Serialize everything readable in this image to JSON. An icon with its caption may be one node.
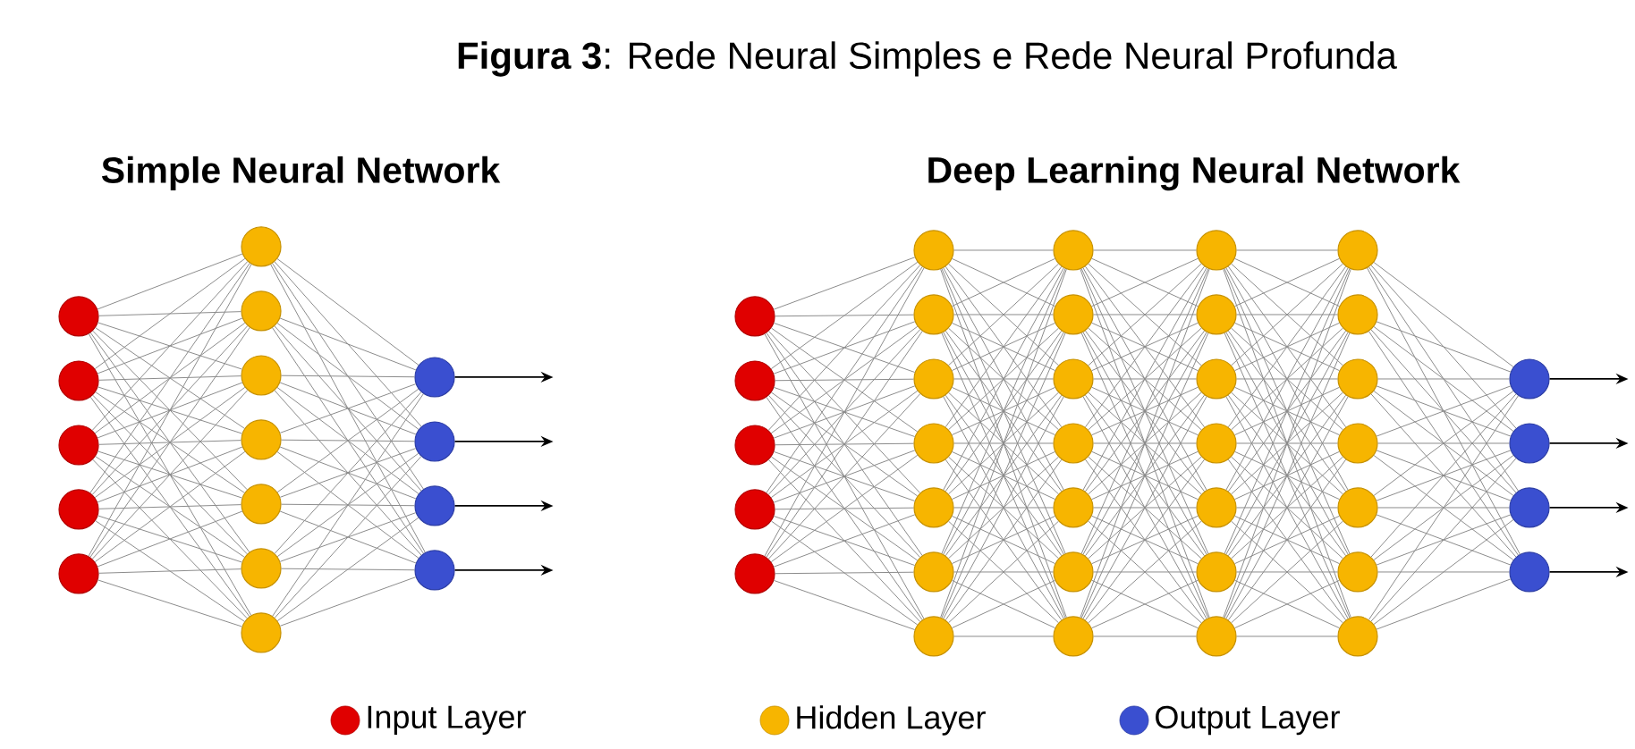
{
  "diagram": {
    "title": "**Figura 3**: Rede Neural Simples e Rede Neural Profunda",
    "nodes": [
      {
        "text": [],
        "shape": "circle"
      },
      {
        "text": [],
        "shape": "circle"
      },
      {
        "text": [],
        "shape": "circle"
      },
      {
        "text": [],
        "shape": "circle"
      },
      {
        "text": [],
        "shape": "circle"
      },
      {
        "text": [],
        "shape": "circle"
      },
      {
        "text": [],
        "shape": "circle"
      },
      {
        "text": [],
        "shape": "circle"
      },
      {
        "text": [],
        "shape": "circle"
      },
      {
        "text": [],
        "shape": "circle"
      },
      {
        "text": [],
        "shape": "circle"
      },
      {
        "text": [],
        "shape": "circle"
      },
      {
        "text": [],
        "shape": "circle"
      },
      {
        "text": [],
        "shape": "circle"
      },
      {
        "text": [],
        "shape": "circle"
      },
      {
        "text": [],
        "shape": "circle"
      },
      {
        "text": [],
        "shape": "circle"
      },
      {
        "text": [],
        "shape": "circle"
      },
      {
        "text": [],
        "shape": "circle"
      },
      {
        "text": [],
        "shape": "circle"
      },
      {
        "text": [],
        "shape": "circle"
      },
      {
        "text": [],
        "shape": "circle"
      },
      {
        "text": [],
        "shape": "circle"
      },
      {
        "text": [],
        "shape": "circle"
      },
      {
        "text": [],
        "shape": "circle"
      },
      {
        "text": [],
        "shape": "circle"
      },
      {
        "text": [],
        "shape": "circle"
      },
      {
        "text": [],
        "shape": "circle"
      },
      {
        "text": [],
        "shape": "circle"
      },
      {
        "text": [],
        "shape": "circle"
      },
      {
        "text": [],
        "shape": "circle"
      },
      {
        "text": [],
        "shape": "circle"
      },
      {
        "text": [],
        "shape": "circle"
      },
      {
        "text": [],
        "shape": "circle"
      },
      {
        "text": [],
        "shape": "circle"
      },
      {
        "text": [],
        "shape": "circle"
      },
      {
        "text": [],
        "shape": "circle"
      },
      {
        "text": [],
        "shape": "circle"
      },
      {
        "text": [],
        "shape": "circle"
      },
      {
        "text": [],
        "shape": "circle"
      },
      {
        "text": [],
        "shape": "circle"
      },
      {
        "text": [],
        "shape": "circle"
      },
      {
        "text": [],
        "shape": "circle"
      },
      {
        "text": [],
        "shape": "circle"
      },
      {
        "text": [],
        "shape": "circle"
      },
      {
        "text": [],
        "shape": "circle"
      },
      {
        "text": [],
        "shape": "circle"
      },
      {
        "text": [],
        "shape": "circle"
      },
      {
        "text": [],
        "shape": "circle"
      },
      {
        "text": [],
        "shape": "circle"
      },
      {
        "text": [],
        "shape": "circle"
      },
      {
        "text": [],
        "shape": "circle"
      },
      {
        "text": [],
        "shape": "circle"
      }
    ],
    "edges": [
      {
        "from": 0,
        "to": 5,
        "arrow": "none"
      },
      {
        "from": 0,
        "to": 6,
        "arrow": "none"
      },
      {
        "from": 0,
        "to": 7,
        "arrow": "none"
      },
      {
        "from": 0,
        "to": 8,
        "arrow": "none"
      },
      {
        "from": 0,
        "to": 9,
        "arrow": "none"
      },
      {
        "from": 0,
        "to": 10,
        "arrow": "none"
      },
      {
        "from": 0,
        "to": 11,
        "arrow": "none"
      },
      {
        "from": 1,
        "to": 5,
        "arrow": "none"
      },
      {
        "from": 1,
        "to": 6,
        "arrow": "none"
      },
      {
        "from": 1,
        "to": 7,
        "arrow": "none"
      },
      {
        "from": 1,
        "to": 8,
        "arrow": "none"
      },
      {
        "from": 1,
        "to": 9,
        "arrow": "none"
      },
      {
        "from": 1,
        "to": 10,
        "arrow": "none"
      },
      {
        "from": 1,
        "to": 11,
        "arrow": "none"
      },
      {
        "from": 2,
        "to": 5,
        "arrow": "none"
      },
      {
        "from": 2,
        "to": 6,
        "arrow": "none"
      },
      {
        "from": 2,
        "to": 7,
        "arrow": "none"
      },
      {
        "from": 2,
        "to": 8,
        "arrow": "none"
      },
      {
        "from": 2,
        "to": 9,
        "arrow": "none"
      },
      {
        "from": 2,
        "to": 10,
        "arrow": "none"
      },
      {
        "from": 2,
        "to": 11,
        "arrow": "none"
      },
      {
        "from": 3,
        "to": 5,
        "arrow": "none"
      },
      {
        "from": 3,
        "to": 6,
        "arrow": "none"
      },
      {
        "from": 3,
        "to": 7,
        "arrow": "none"
      },
      {
        "from": 3,
        "to": 8,
        "arrow": "none"
      },
      {
        "from": 3,
        "to": 9,
        "arrow": "none"
      },
      {
        "from": 3,
        "to": 10,
        "arrow": "none"
      },
      {
        "from": 3,
        "to": 11,
        "arrow": "none"
      },
      {
        "from": 4,
        "to": 5,
        "arrow": "none"
      },
      {
        "from": 4,
        "to": 6,
        "arrow": "none"
      },
      {
        "from": 4,
        "to": 7,
        "arrow": "none"
      },
      {
        "from": 4,
        "to": 8,
        "arrow": "none"
      },
      {
        "from": 4,
        "to": 9,
        "arrow": "none"
      },
      {
        "from": 4,
        "to": 10,
        "arrow": "none"
      },
      {
        "from": 4,
        "to": 11,
        "arrow": "none"
      },
      {
        "from": 5,
        "to": 12,
        "arrow": "none"
      },
      {
        "from": 5,
        "to": 13,
        "arrow": "none"
      },
      {
        "from": 5,
        "to": 14,
        "arrow": "none"
      },
      {
        "from": 5,
        "to": 15,
        "arrow": "none"
      },
      {
        "from": 6,
        "to": 12,
        "arrow": "none"
      },
      {
        "from": 6,
        "to": 13,
        "arrow": "none"
      },
      {
        "from": 6,
        "to": 14,
        "arrow": "none"
      },
      {
        "from": 6,
        "to": 15,
        "arrow": "none"
      },
      {
        "from": 7,
        "to": 12,
        "arrow": "none"
      },
      {
        "from": 7,
        "to": 13,
        "arrow": "none"
      },
      {
        "from": 7,
        "to": 14,
        "arrow": "none"
      },
      {
        "from": 7,
        "to": 15,
        "arrow": "none"
      },
      {
        "from": 8,
        "to": 12,
        "arrow": "none"
      },
      {
        "from": 8,
        "to": 13,
        "arrow": "none"
      },
      {
        "from": 8,
        "to": 14,
        "arrow": "none"
      },
      {
        "from": 8,
        "to": 15,
        "arrow": "none"
      },
      {
        "from": 9,
        "to": 12,
        "arrow": "none"
      },
      {
        "from": 9,
        "to": 13,
        "arrow": "none"
      },
      {
        "from": 9,
        "to": 14,
        "arrow": "none"
      },
      {
        "from": 9,
        "to": 15,
        "arrow": "none"
      },
      {
        "from": 10,
        "to": 12,
        "arrow": "none"
      },
      {
        "from": 10,
        "to": 13,
        "arrow": "none"
      },
      {
        "from": 10,
        "to": 14,
        "arrow": "none"
      },
      {
        "from": 10,
        "to": 15,
        "arrow": "none"
      },
      {
        "from": 11,
        "to": 12,
        "arrow": "none"
      },
      {
        "from": 11,
        "to": 13,
        "arrow": "none"
      },
      {
        "from": 11,
        "to": 14,
        "arrow": "none"
      },
      {
        "from": 11,
        "to": 15,
        "arrow": "none"
      },
      {
        "from": 12,
        "to": null,
        "arrow": "to",
        "color": "#000000"
      },
      {
        "from": 13,
        "to": null,
        "arrow": "to",
        "color": "#000000"
      },
      {
        "from": 14,
        "to": null,
        "arrow": "to",
        "color": "#000000"
      },
      {
        "from": 15,
        "to": null,
        "arrow": "to",
        "color": "#000000"
      },
      {
        "from": 16,
        "to": 21,
        "arrow": "none"
      },
      {
        "from": 16,
        "to": 22,
        "arrow": "none"
      },
      {
        "from": 16,
        "to": 23,
        "arrow": "none"
      },
      {
        "from": 16,
        "to": 24,
        "arrow": "none"
      },
      {
        "from": 16,
        "to": 25,
        "arrow": "none"
      },
      {
        "from": 16,
        "to": 26,
        "arrow": "none"
      },
      {
        "from": 16,
        "to": 27,
        "arrow": "none"
      },
      {
        "from": 17,
        "to": 21,
        "arrow": "none"
      },
      {
        "from": 17,
        "to": 22,
        "arrow": "none"
      },
      {
        "from": 17,
        "to": 23,
        "arrow": "none"
      },
      {
        "from": 17,
        "to": 24,
        "arrow": "none"
      },
      {
        "from": 17,
        "to": 25,
        "arrow": "none"
      },
      {
        "from": 17,
        "to": 26,
        "arrow": "none"
      },
      {
        "from": 17,
        "to": 27,
        "arrow": "none"
      },
      {
        "from": 18,
        "to": 21,
        "arrow": "none"
      },
      {
        "from": 18,
        "to": 22,
        "arrow": "none"
      },
      {
        "from": 18,
        "to": 23,
        "arrow": "none"
      },
      {
        "from": 18,
        "to": 24,
        "arrow": "none"
      },
      {
        "from": 18,
        "to": 25,
        "arrow": "none"
      },
      {
        "from": 18,
        "to": 26,
        "arrow": "none"
      },
      {
        "from": 18,
        "to": 27,
        "arrow": "none"
      },
      {
        "from": 19,
        "to": 21,
        "arrow": "none"
      },
      {
        "from": 19,
        "to": 22,
        "arrow": "none"
      },
      {
        "from": 19,
        "to": 23,
        "arrow": "none"
      },
      {
        "from": 19,
        "to": 24,
        "arrow": "none"
      },
      {
        "from": 19,
        "to": 25,
        "arrow": "none"
      },
      {
        "from": 19,
        "to": 26,
        "arrow": "none"
      },
      {
        "from": 19,
        "to": 27,
        "arrow": "none"
      },
      {
        "from": 20,
        "to": 21,
        "arrow": "none"
      },
      {
        "from": 20,
        "to": 22,
        "arrow": "none"
      },
      {
        "from": 20,
        "to": 23,
        "arrow": "none"
      },
      {
        "from": 20,
        "to": 24,
        "arrow": "none"
      },
      {
        "from": 20,
        "to": 25,
        "arrow": "none"
      },
      {
        "from": 20,
        "to": 26,
        "arrow": "none"
      },
      {
        "from": 20,
        "to": 27,
        "arrow": "none"
      },
      {
        "from": 21,
        "to": 28,
        "arrow": "none"
      },
      {
        "from": 21,
        "to": 29,
        "arrow": "none"
      },
      {
        "from": 21,
        "to": 30,
        "arrow": "none"
      },
      {
        "from": 21,
        "to": 31,
        "arrow": "none"
      },
      {
        "from": 21,
        "to": 32,
        "arrow": "none"
      },
      {
        "from": 21,
        "to": 33,
        "arrow": "none"
      },
      {
        "from": 21,
        "to": 34,
        "arrow": "none"
      },
      {
        "from": 22,
        "to": 28,
        "arrow": "none"
      },
      {
        "from": 22,
        "to": 29,
        "arrow": "none"
      },
      {
        "from": 22,
        "to": 30,
        "arrow": "none"
      },
      {
        "from": 22,
        "to": 31,
        "arrow": "none"
      },
      {
        "from": 22,
        "to": 32,
        "arrow": "none"
      },
      {
        "from": 22,
        "to": 33,
        "arrow": "none"
      },
      {
        "from": 22,
        "to": 34,
        "arrow": "none"
      },
      {
        "from": 23,
        "to": 28,
        "arrow": "none"
      },
      {
        "from": 23,
        "to": 29,
        "arrow": "none"
      },
      {
        "from": 23,
        "to": 30,
        "arrow": "none"
      },
      {
        "from": 23,
        "to": 31,
        "arrow": "none"
      },
      {
        "from": 23,
        "to": 32,
        "arrow": "none"
      },
      {
        "from": 23,
        "to": 33,
        "arrow": "none"
      },
      {
        "from": 23,
        "to": 34,
        "arrow": "none"
      },
      {
        "from": 24,
        "to": 28,
        "arrow": "none"
      },
      {
        "from": 24,
        "to": 29,
        "arrow": "none"
      },
      {
        "from": 24,
        "to": 30,
        "arrow": "none"
      },
      {
        "from": 24,
        "to": 31,
        "arrow": "none"
      },
      {
        "from": 24,
        "to": 32,
        "arrow": "none"
      },
      {
        "from": 24,
        "to": 33,
        "arrow": "none"
      },
      {
        "from": 24,
        "to": 34,
        "arrow": "none"
      },
      {
        "from": 25,
        "to": 28,
        "arrow": "none"
      },
      {
        "from": 25,
        "to": 29,
        "arrow": "none"
      },
      {
        "from": 25,
        "to": 30,
        "arrow": "none"
      },
      {
        "from": 25,
        "to": 31,
        "arrow": "none"
      },
      {
        "from": 25,
        "to": 32,
        "arrow": "none"
      },
      {
        "from": 25,
        "to": 33,
        "arrow": "none"
      },
      {
        "from": 25,
        "to": 34,
        "arrow": "none"
      },
      {
        "from": 26,
        "to": 28,
        "arrow": "none"
      },
      {
        "from": 26,
        "to": 29,
        "arrow": "none"
      },
      {
        "from": 26,
        "to": 30,
        "arrow": "none"
      },
      {
        "from": 26,
        "to": 31,
        "arrow": "none"
      },
      {
        "from": 26,
        "to": 32,
        "arrow": "none"
      },
      {
        "from": 26,
        "to": 33,
        "arrow": "none"
      },
      {
        "from": 26,
        "to": 34,
        "arrow": "none"
      },
      {
        "from": 27,
        "to": 28,
        "arrow": "none"
      },
      {
        "from": 27,
        "to": 29,
        "arrow": "none"
      },
      {
        "from": 27,
        "to": 30,
        "arrow": "none"
      },
      {
        "from": 27,
        "to": 31,
        "arrow": "none"
      },
      {
        "from": 27,
        "to": 32,
        "arrow": "none"
      },
      {
        "from": 27,
        "to": 33,
        "arrow": "none"
      },
      {
        "from": 27,
        "to": 34,
        "arrow": "none"
      },
      {
        "from": 28,
        "to": 35,
        "arrow": "none"
      },
      {
        "from": 28,
        "to": 36,
        "arrow": "none"
      },
      {
        "from": 28,
        "to": 37,
        "arrow": "none"
      },
      {
        "from": 28,
        "to": 38,
        "arrow": "none"
      },
      {
        "from": 28,
        "to": 39,
        "arrow": "none"
      },
      {
        "from": 28,
        "to": 40,
        "arrow": "none"
      },
      {
        "from": 28,
        "to": 41,
        "arrow": "none"
      },
      {
        "from": 29,
        "to": 35,
        "arrow": "none"
      },
      {
        "from": 29,
        "to": 36,
        "arrow": "none"
      },
      {
        "from": 29,
        "to": 37,
        "arrow": "none"
      },
      {
        "from": 29,
        "to": 38,
        "arrow": "none"
      },
      {
        "from": 29,
        "to": 39,
        "arrow": "none"
      },
      {
        "from": 29,
        "to": 40,
        "arrow": "none"
      },
      {
        "from": 29,
        "to": 41,
        "arrow": "none"
      },
      {
        "from": 30,
        "to": 35,
        "arrow": "none"
      },
      {
        "from": 30,
        "to": 36,
        "arrow": "none"
      },
      {
        "from": 30,
        "to": 37,
        "arrow": "none"
      },
      {
        "from": 30,
        "to": 38,
        "arrow": "none"
      },
      {
        "from": 30,
        "to": 39,
        "arrow": "none"
      },
      {
        "from": 30,
        "to": 40,
        "arrow": "none"
      },
      {
        "from": 30,
        "to": 41,
        "arrow": "none"
      },
      {
        "from": 31,
        "to": 35,
        "arrow": "none"
      },
      {
        "from": 31,
        "to": 36,
        "arrow": "none"
      },
      {
        "from": 31,
        "to": 37,
        "arrow": "none"
      },
      {
        "from": 31,
        "to": 38,
        "arrow": "none"
      },
      {
        "from": 31,
        "to": 39,
        "arrow": "none"
      },
      {
        "from": 31,
        "to": 40,
        "arrow": "none"
      },
      {
        "from": 31,
        "to": 41,
        "arrow": "none"
      },
      {
        "from": 32,
        "to": 35,
        "arrow": "none"
      },
      {
        "from": 32,
        "to": 36,
        "arrow": "none"
      },
      {
        "from": 32,
        "to": 37,
        "arrow": "none"
      },
      {
        "from": 32,
        "to": 38,
        "arrow": "none"
      },
      {
        "from": 32,
        "to": 39,
        "arrow": "none"
      },
      {
        "from": 32,
        "to": 40,
        "arrow": "none"
      },
      {
        "from": 32,
        "to": 41,
        "arrow": "none"
      },
      {
        "from": 33,
        "to": 35,
        "arrow": "none"
      },
      {
        "from": 33,
        "to": 36,
        "arrow": "none"
      },
      {
        "from": 33,
        "to": 37,
        "arrow": "none"
      },
      {
        "from": 33,
        "to": 38,
        "arrow": "none"
      },
      {
        "from": 33,
        "to": 39,
        "arrow": "none"
      },
      {
        "from": 33,
        "to": 40,
        "arrow": "none"
      },
      {
        "from": 33,
        "to": 41,
        "arrow": "none"
      },
      {
        "from": 34,
        "to": 35,
        "arrow": "none"
      },
      {
        "from": 34,
        "to": 36,
        "arrow": "none"
      },
      {
        "from": 34,
        "to": 37,
        "arrow": "none"
      },
      {
        "from": 34,
        "to": 38,
        "arrow": "none"
      },
      {
        "from": 34,
        "to": 39,
        "arrow": "none"
      },
      {
        "from": 34,
        "to": 40,
        "arrow": "none"
      },
      {
        "from": 34,
        "to": 41,
        "arrow": "none"
      },
      {
        "from": 35,
        "to": 42,
        "arrow": "none"
      },
      {
        "from": 35,
        "to": 43,
        "arrow": "none"
      },
      {
        "from": 35,
        "to": 44,
        "arrow": "none"
      },
      {
        "from": 35,
        "to": 45,
        "arrow": "none"
      },
      {
        "from": 35,
        "to": 46,
        "arrow": "none"
      },
      {
        "from": 35,
        "to": 47,
        "arrow": "none"
      },
      {
        "from": 35,
        "to": 48,
        "arrow": "none"
      },
      {
        "from": 36,
        "to": 42,
        "arrow": "none"
      },
      {
        "from": 36,
        "to": 43,
        "arrow": "none"
      },
      {
        "from": 36,
        "to": 44,
        "arrow": "none"
      },
      {
        "from": 36,
        "to": 45,
        "arrow": "none"
      },
      {
        "from": 36,
        "to": 46,
        "arrow": "none"
      },
      {
        "from": 36,
        "to": 47,
        "arrow": "none"
      },
      {
        "from": 36,
        "to": 48,
        "arrow": "none"
      },
      {
        "from": 37,
        "to": 42,
        "arrow": "none"
      },
      {
        "from": 37,
        "to": 43,
        "arrow": "none"
      },
      {
        "from": 37,
        "to": 44,
        "arrow": "none"
      },
      {
        "from": 37,
        "to": 45,
        "arrow": "none"
      },
      {
        "from": 37,
        "to": 46,
        "arrow": "none"
      },
      {
        "from": 37,
        "to": 47,
        "arrow": "none"
      },
      {
        "from": 37,
        "to": 48,
        "arrow": "none"
      },
      {
        "from": 38,
        "to": 42,
        "arrow": "none"
      },
      {
        "from": 38,
        "to": 43,
        "arrow": "none"
      },
      {
        "from": 38,
        "to": 44,
        "arrow": "none"
      },
      {
        "from": 38,
        "to": 45,
        "arrow": "none"
      },
      {
        "from": 38,
        "to": 46,
        "arrow": "none"
      },
      {
        "from": 38,
        "to": 47,
        "arrow": "none"
      },
      {
        "from": 38,
        "to": 48,
        "arrow": "none"
      },
      {
        "from": 39,
        "to": 42,
        "arrow": "none"
      },
      {
        "from": 39,
        "to": 43,
        "arrow": "none"
      },
      {
        "from": 39,
        "to": 44,
        "arrow": "none"
      },
      {
        "from": 39,
        "to": 45,
        "arrow": "none"
      },
      {
        "from": 39,
        "to": 46,
        "arrow": "none"
      },
      {
        "from": 39,
        "to": 47,
        "arrow": "none"
      },
      {
        "from": 39,
        "to": 48,
        "arrow": "none"
      },
      {
        "from": 40,
        "to": 42,
        "arrow": "none"
      },
      {
        "from": 40,
        "to": 43,
        "arrow": "none"
      },
      {
        "from": 40,
        "to": 44,
        "arrow": "none"
      },
      {
        "from": 40,
        "to": 45,
        "arrow": "none"
      },
      {
        "from": 40,
        "to": 46,
        "arrow": "none"
      },
      {
        "from": 40,
        "to": 47,
        "arrow": "none"
      },
      {
        "from": 40,
        "to": 48,
        "arrow": "none"
      },
      {
        "from": 41,
        "to": 42,
        "arrow": "none"
      },
      {
        "from": 41,
        "to": 43,
        "arrow": "none"
      },
      {
        "from": 41,
        "to": 44,
        "arrow": "none"
      },
      {
        "from": 41,
        "to": 45,
        "arrow": "none"
      },
      {
        "from": 41,
        "to": 46,
        "arrow": "none"
      },
      {
        "from": 41,
        "to": 47,
        "arrow": "none"
      },
      {
        "from": 41,
        "to": 48,
        "arrow": "none"
      },
      {
        "from": 42,
        "to": 49,
        "arrow": "none"
      },
      {
        "from": 42,
        "to": 50,
        "arrow": "none"
      },
      {
        "from": 42,
        "to": 51,
        "arrow": "none"
      },
      {
        "from": 42,
        "to": 52,
        "arrow": "none"
      },
      {
        "from": 43,
        "to": 49,
        "arrow": "none"
      },
      {
        "from": 43,
        "to": 50,
        "arrow": "none"
      },
      {
        "from": 43,
        "to": 51,
        "arrow": "none"
      },
      {
        "from": 43,
        "to": 52,
        "arrow": "none"
      },
      {
        "from": 44,
        "to": 49,
        "arrow": "none"
      },
      {
        "from": 44,
        "to": 50,
        "arrow": "none"
      },
      {
        "from": 44,
        "to": 51,
        "arrow": "none"
      },
      {
        "from": 44,
        "to": 52,
        "arrow": "none"
      },
      {
        "from": 45,
        "to": 49,
        "arrow": "none"
      },
      {
        "from": 45,
        "to": 50,
        "arrow": "none"
      },
      {
        "from": 45,
        "to": 51,
        "arrow": "none"
      },
      {
        "from": 45,
        "to": 52,
        "arrow": "none"
      },
      {
        "from": 46,
        "to": 49,
        "arrow": "none"
      },
      {
        "from": 46,
        "to": 50,
        "arrow": "none"
      },
      {
        "from": 46,
        "to": 51,
        "arrow": "none"
      },
      {
        "from": 46,
        "to": 52,
        "arrow": "none"
      },
      {
        "from": 47,
        "to": 49,
        "arrow": "none"
      },
      {
        "from": 47,
        "to": 50,
        "arrow": "none"
      },
      {
        "from": 47,
        "to": 51,
        "arrow": "none"
      },
      {
        "from": 47,
        "to": 52,
        "arrow": "none"
      },
      {
        "from": 48,
        "to": 49,
        "arrow": "none"
      },
      {
        "from": 48,
        "to": 50,
        "arrow": "none"
      },
      {
        "from": 48,
        "to": 51,
        "arrow": "none"
      },
      {
        "from": 48,
        "to": 52,
        "arrow": "none"
      },
      {
        "from": 49,
        "to": null,
        "arrow": "to",
        "color": "#000000"
      },
      {
        "from": 50,
        "to": null,
        "arrow": "to",
        "color": "#000000"
      },
      {
        "from": 51,
        "to": null,
        "arrow": "to",
        "color": "#000000"
      },
      {
        "from": 52,
        "to": null,
        "arrow": "to",
        "color": "#000000"
      }
    ],
    "labels": [
      "Simple Neural Network",
      "Deep Learning Neural Network"
    ],
    "legend": [
      {
        "text": "Input Layer",
        "color": "#e00000"
      },
      {
        "text": "Hidden Layer",
        "color": "#f7b500"
      },
      {
        "text": "Output Layer",
        "color": "#3a4fd0"
      }
    ]
  }
}
